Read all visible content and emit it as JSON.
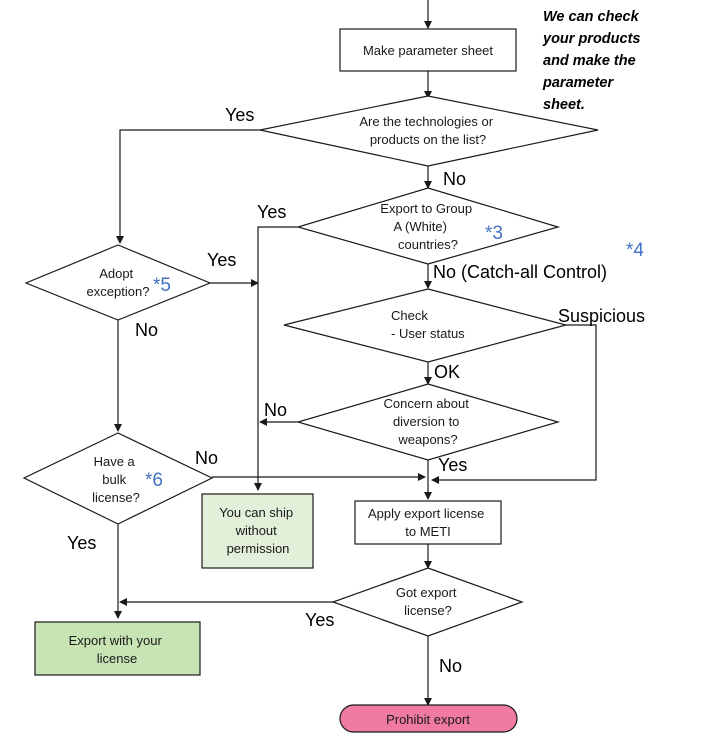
{
  "colors": {
    "line": "#1a1a1a",
    "license_box_fill": "#c8e3b4",
    "ship_box_fill": "#e2efd9",
    "prohibit_fill": "#f07aa0",
    "ref_color": "#4472c4"
  },
  "note": [
    "We can check",
    "your products",
    "and make the",
    "parameter",
    "sheet."
  ],
  "nodes": {
    "param": [
      "Make parameter sheet"
    ],
    "on_list": [
      "Are the technologies or",
      "products on the list?"
    ],
    "group_a": [
      "Export to Group",
      "A (White)",
      "countries?"
    ],
    "adopt": [
      "Adopt",
      "exception?"
    ],
    "check": [
      "Check",
      "-  User status"
    ],
    "concern": [
      "Concern about",
      "diversion to",
      "weapons?"
    ],
    "bulk": [
      "Have a",
      "bulk",
      "license?"
    ],
    "ship": [
      "You can ship",
      "without",
      "permission"
    ],
    "apply": [
      "Apply export license",
      "to METI"
    ],
    "got": [
      "Got export",
      "license?"
    ],
    "export": [
      "Export with your",
      "license"
    ],
    "prohibit": [
      "Prohibit export"
    ]
  },
  "refs": {
    "r3": "*3",
    "r4": "*4",
    "r5": "*5",
    "r6": "*6"
  },
  "edge_labels": {
    "yes_list": "Yes",
    "no_list": "No",
    "yes_group": "Yes",
    "no_group": "No (Catch-all Control)",
    "yes_adopt": "Yes",
    "no_adopt": "No",
    "suspicious": "Suspicious",
    "ok": "OK",
    "no_concern": "No",
    "yes_concern": "Yes",
    "no_bulk": "No",
    "yes_bulk": "Yes",
    "yes_got": "Yes",
    "no_got": "No"
  }
}
